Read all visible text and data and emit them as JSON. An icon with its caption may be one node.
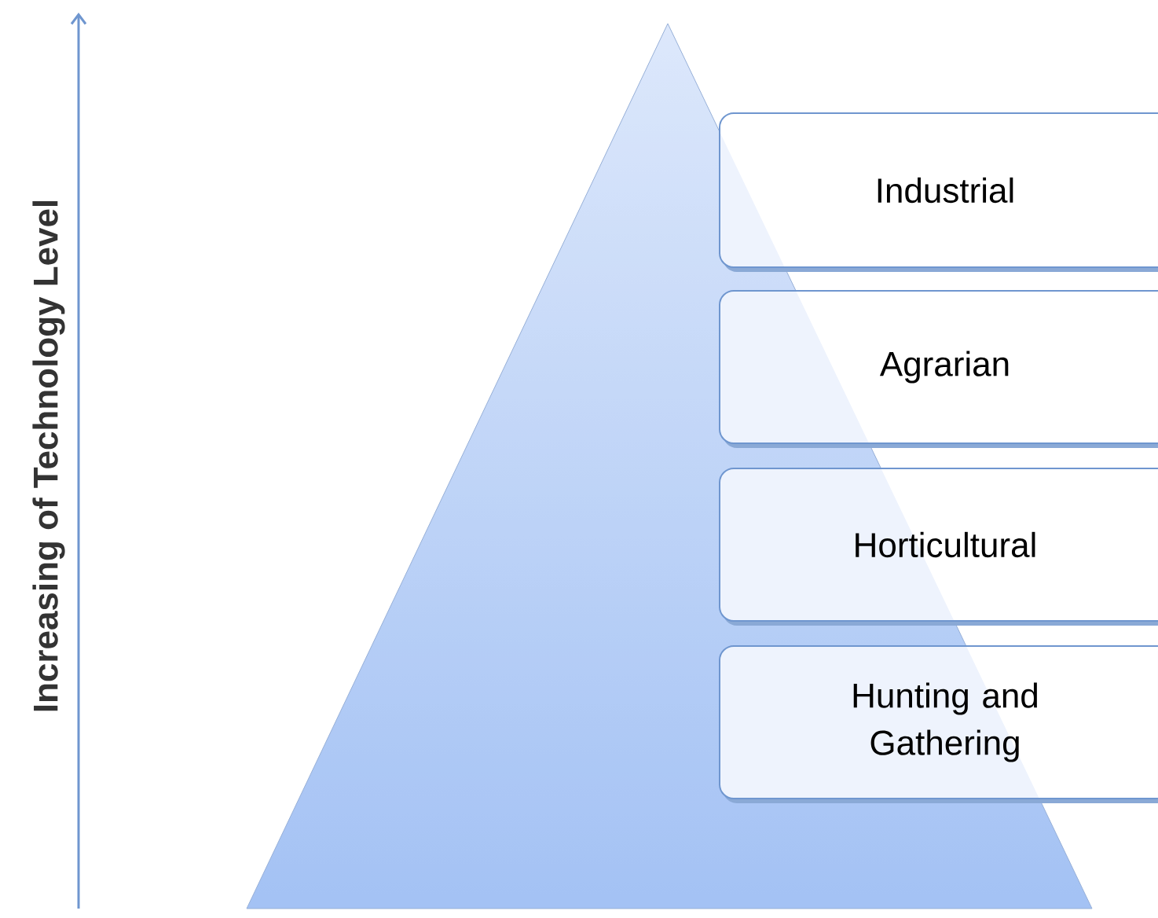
{
  "diagram": {
    "nodes": [
      {
        "text": [
          "Industrial"
        ]
      },
      {
        "text": [
          "Agrarian"
        ]
      },
      {
        "text": [
          "Horticultural"
        ]
      },
      {
        "text": [
          "Hunting and Gathering"
        ]
      }
    ],
    "labels": [
      "Increasing of Technology Level"
    ]
  }
}
